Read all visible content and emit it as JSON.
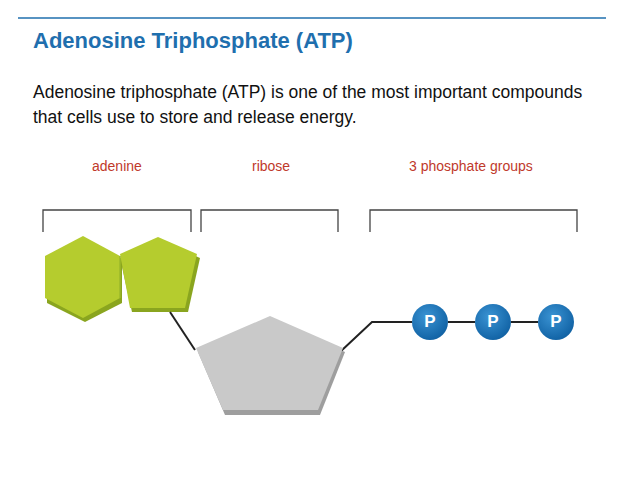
{
  "diagram": {
    "title": "Adenosine Triphosphate (ATP)",
    "nodes": [
      {
        "text": [
          "P"
        ]
      },
      {
        "text": [
          "P"
        ]
      },
      {
        "text": [
          "P"
        ]
      }
    ],
    "edges": [
      {
        "from": 0,
        "to": 1,
        "arrow": "none"
      },
      {
        "from": 1,
        "to": 2,
        "arrow": "none"
      }
    ],
    "labels": [
      "Adenosine triphosphate (ATP) is one of the most important compounds that cells use to store and release energy.",
      "adenine",
      "ribose",
      "3 phosphate groups"
    ]
  }
}
